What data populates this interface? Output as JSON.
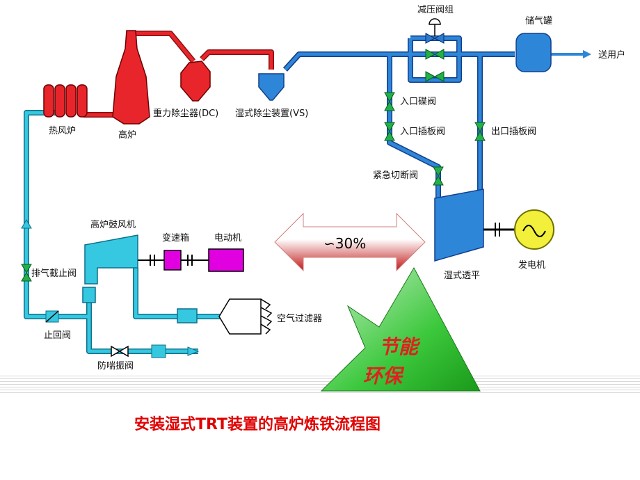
{
  "labels": {
    "pressure_valve_group": "减压阀组",
    "gas_tank": "储气罐",
    "to_user": "送用户",
    "hot_blast_stove": "热风炉",
    "blast_furnace": "高炉",
    "gravity_dust_collector": "重力除尘器(DC)",
    "wet_dust_collector": "湿式除尘装置(VS)",
    "inlet_butterfly": "入口碟阀",
    "inlet_gate": "入口插板阀",
    "outlet_gate": "出口插板阀",
    "emergency_cutoff": "紧急切断阀",
    "wet_turbine": "湿式透平",
    "generator": "发电机",
    "blower": "高炉鼓风机",
    "gearbox": "变速箱",
    "motor": "电动机",
    "exhaust_stop_valve": "排气截止阀",
    "check_valve": "止回阀",
    "anti_surge_valve": "防喘振阀",
    "air_filter": "空气过滤器"
  },
  "savings": {
    "value": "∽30%"
  },
  "badge": {
    "line1": "节能",
    "line2": "环保"
  },
  "caption": "安装湿式TRT装置的高炉炼铁流程图",
  "colors": {
    "gas_line": "#e8252b",
    "clean_line": "#2e86d8",
    "air_line": "#36c8e0",
    "caption": "#e00000"
  }
}
